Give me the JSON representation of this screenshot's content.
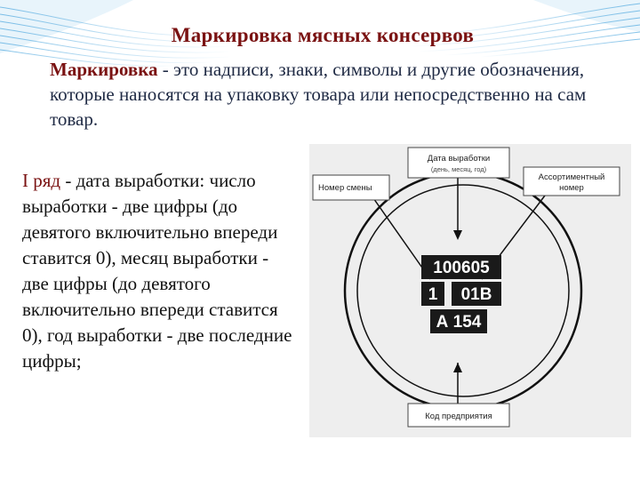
{
  "slide": {
    "title": "Маркировка мясных консервов",
    "definition": {
      "term": "Маркировка",
      "text": " - это надписи, знаки, символы и другие обозначения, которые наносятся на упаковку товара или непосредственно на сам товар."
    },
    "body": {
      "row_label": "I ряд",
      "text": " - дата выработки: число выработки - две цифры (до девятого включительно впереди ставится 0), месяц выработки - две цифры (до девятого включительно впереди ставится 0), год выработки - две последние цифры;"
    }
  },
  "diagram": {
    "labels": {
      "shift_number": "Номер смены",
      "production_date": "Дата выработки",
      "production_date_hint": "(день, месяц, год)",
      "assortment_line1": "Ассортиментный",
      "assortment_line2": "номер",
      "enterprise_code": "Код предприятия"
    },
    "codes": {
      "date": "100605",
      "shift": "1",
      "assortment": "01В",
      "enterprise": "А 154"
    }
  },
  "colors": {
    "title": "#7a1212",
    "definition_text": "#1f2a44",
    "wave": "#1e90d6"
  }
}
